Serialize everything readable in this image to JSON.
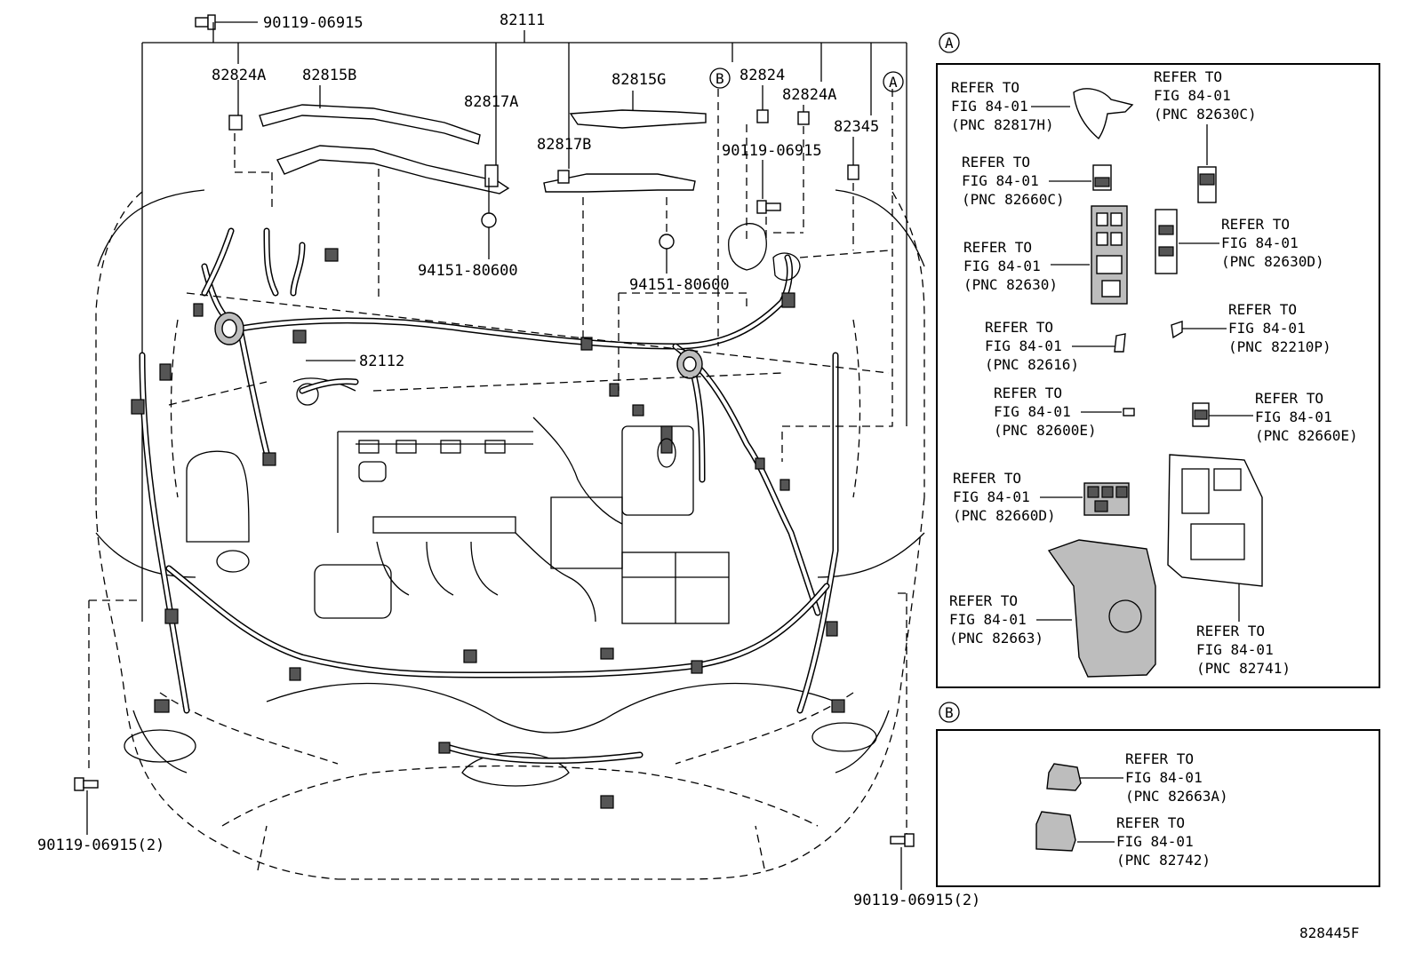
{
  "diagram_id": "828445F",
  "section_a": {
    "marker": "A"
  },
  "section_b": {
    "marker": "B"
  },
  "callouts": {
    "main_harness": "82111",
    "bolt_top": "90119-06915",
    "p82824a_left": "82824A",
    "p82815b": "82815B",
    "p82817a": "82817A",
    "p82815g": "82815G",
    "p82817b": "82817B",
    "p82824": "82824",
    "p82824a_right": "82824A",
    "p82345": "82345",
    "bolt_mid": "90119-06915",
    "clip_left": "94151-80600",
    "clip_right": "94151-80600",
    "p82112": "82112",
    "bolt_left_bottom": "90119-06915(2)",
    "bolt_right_bottom": "90119-06915(2)"
  },
  "panel_a_refs": [
    {
      "line1": "REFER TO",
      "line2": "FIG 84-01",
      "line3": "(PNC 82817H)"
    },
    {
      "line1": "REFER TO",
      "line2": "FIG 84-01",
      "line3": "(PNC 82630C)"
    },
    {
      "line1": "REFER TO",
      "line2": "FIG 84-01",
      "line3": "(PNC 82660C)"
    },
    {
      "line1": "REFER TO",
      "line2": "FIG 84-01",
      "line3": "(PNC 82630)"
    },
    {
      "line1": "REFER TO",
      "line2": "FIG 84-01",
      "line3": "(PNC 82630D)"
    },
    {
      "line1": "REFER TO",
      "line2": "FIG 84-01",
      "line3": "(PNC 82616)"
    },
    {
      "line1": "REFER TO",
      "line2": "FIG 84-01",
      "line3": "(PNC 82210P)"
    },
    {
      "line1": "REFER TO",
      "line2": "FIG 84-01",
      "line3": "(PNC 82600E)"
    },
    {
      "line1": "REFER TO",
      "line2": "FIG 84-01",
      "line3": "(PNC 82660E)"
    },
    {
      "line1": "REFER TO",
      "line2": "FIG 84-01",
      "line3": "(PNC 82660D)"
    },
    {
      "line1": "REFER TO",
      "line2": "FIG 84-01",
      "line3": "(PNC 82663)"
    },
    {
      "line1": "REFER TO",
      "line2": "FIG 84-01",
      "line3": "(PNC 82741)"
    }
  ],
  "panel_b_refs": [
    {
      "line1": "REFER TO",
      "line2": "FIG 84-01",
      "line3": "(PNC 82663A)"
    },
    {
      "line1": "REFER TO",
      "line2": "FIG 84-01",
      "line3": "(PNC 82742)"
    }
  ]
}
